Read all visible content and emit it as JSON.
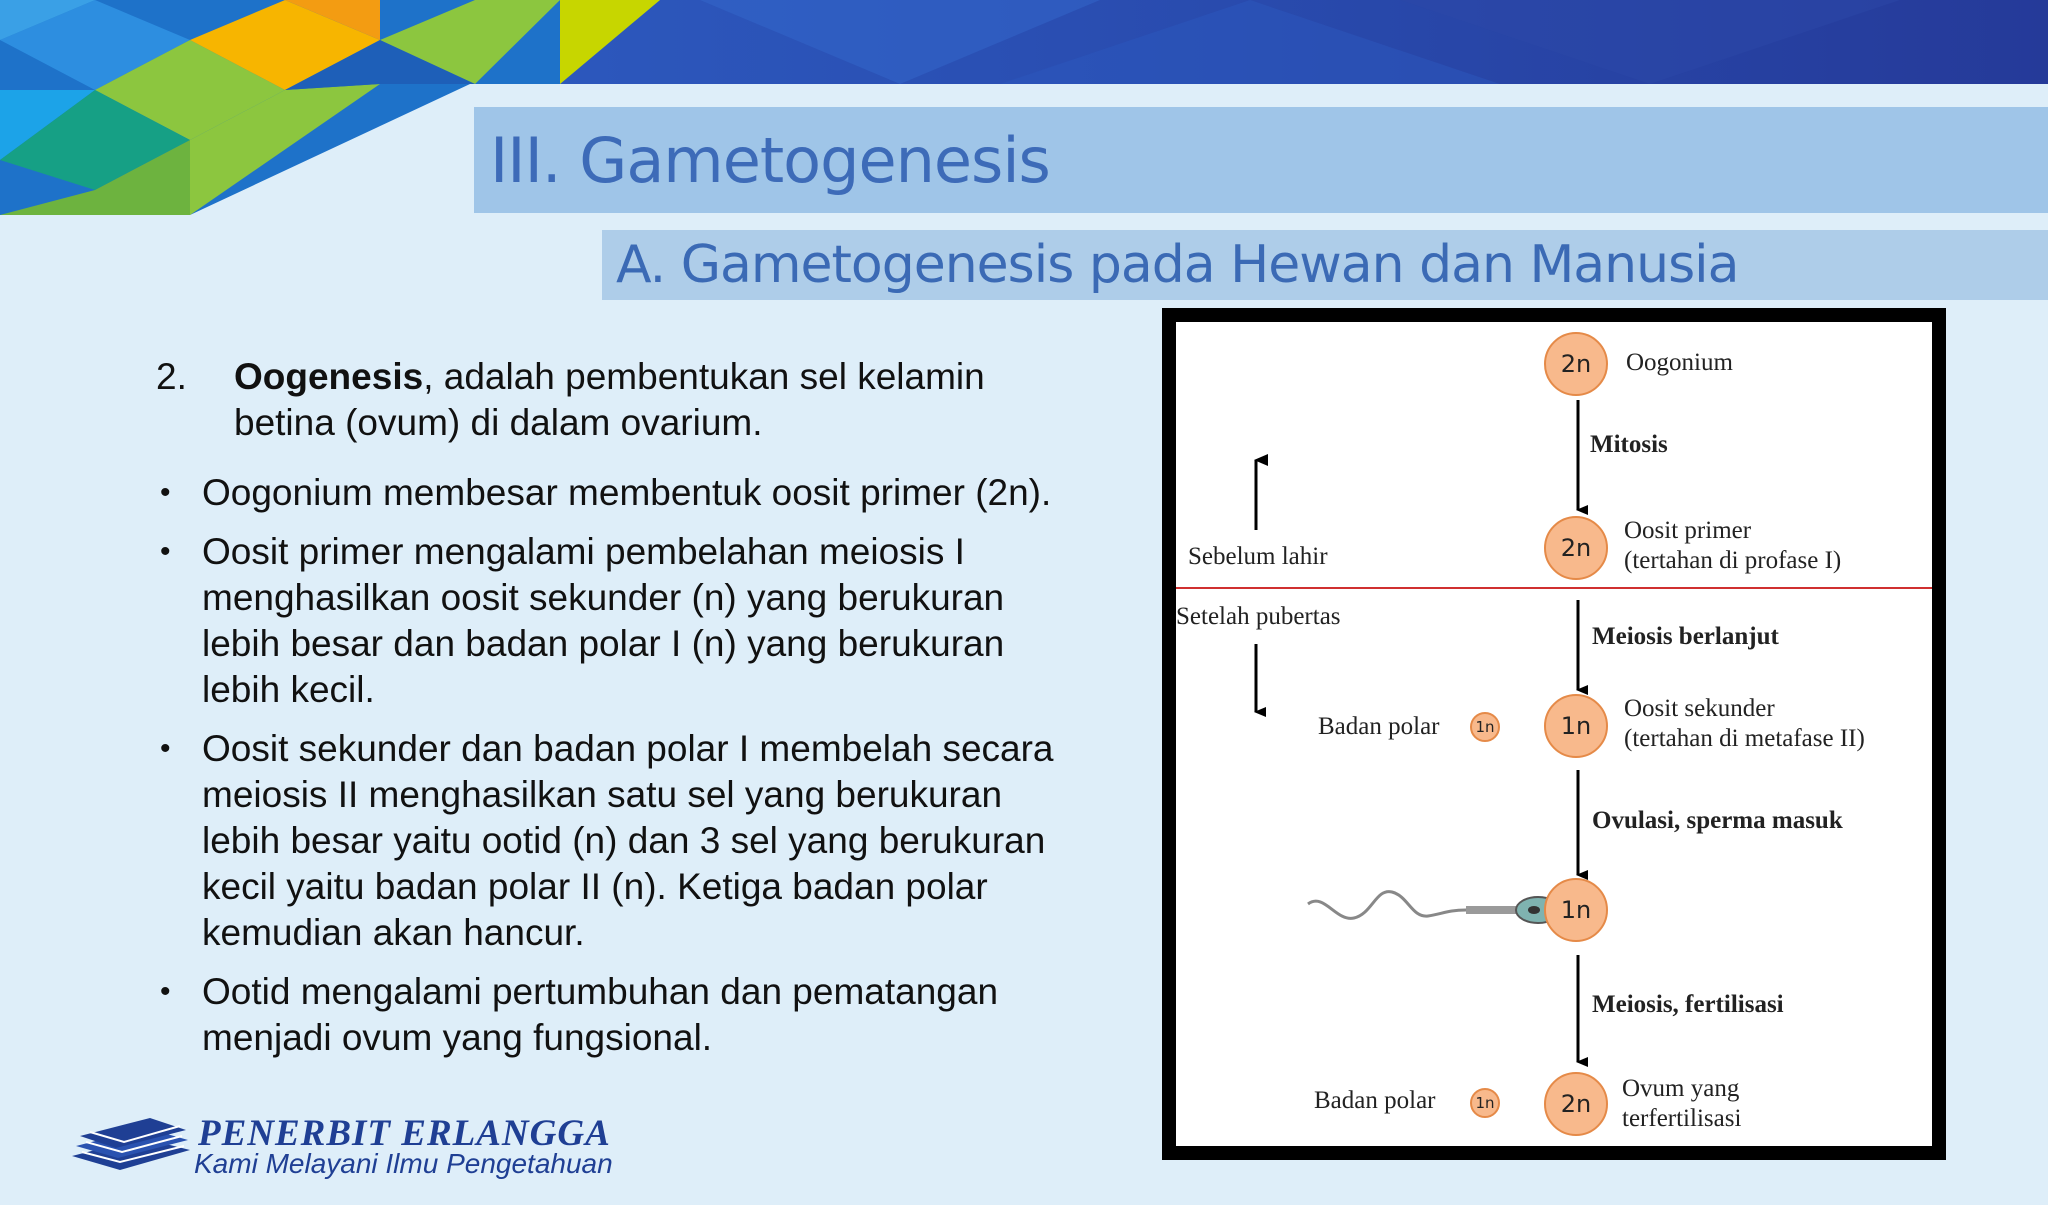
{
  "slide": {
    "title": "III. Gametogenesis",
    "subtitle": "A. Gametogenesis pada Hewan dan Manusia"
  },
  "content": {
    "item_number": "2.",
    "item_term": "Oogenesis",
    "item_text_line1": ", adalah pembentukan sel kelamin",
    "item_text_line2": "betina (ovum) di dalam ovarium.",
    "bullets": [
      {
        "lines": [
          "Oogonium membesar membentuk oosit primer (2n)."
        ]
      },
      {
        "lines": [
          "Oosit primer mengalami pembelahan meiosis I",
          "menghasilkan oosit sekunder (n) yang berukuran",
          "lebih besar dan badan polar I (n) yang berukuran",
          "lebih kecil."
        ]
      },
      {
        "lines": [
          "Oosit sekunder dan badan polar I membelah secara",
          "meiosis II menghasilkan  satu sel yang berukuran",
          "lebih besar yaitu ootid (n) dan 3 sel yang berukuran",
          "kecil yaitu badan polar II (n). Ketiga badan polar",
          "kemudian akan hancur."
        ]
      },
      {
        "lines": [
          "Ootid mengalami pertumbuhan dan pematangan",
          "menjadi ovum yang fungsional."
        ]
      }
    ]
  },
  "diagram": {
    "cells": {
      "c1": "2n",
      "c2": "2n",
      "c3": "1n",
      "c4": "1n",
      "c5": "2n",
      "p1": "1n",
      "p2": "1n"
    },
    "labels": {
      "oogonium": "Oogonium",
      "mitosis": "Mitosis",
      "oosit_primer": "Oosit primer",
      "oosit_primer_note": "(tertahan di profase I)",
      "sebelum_lahir": "Sebelum lahir",
      "setelah_pubertas": "Setelah pubertas",
      "meiosis_berlanjut": "Meiosis berlanjut",
      "badan_polar_1": "Badan polar",
      "oosit_sekunder": "Oosit sekunder",
      "oosit_sekunder_note": "(tertahan di metafase II)",
      "ovulasi": "Ovulasi, sperma masuk",
      "meiosis_fertilisasi": "Meiosis, fertilisasi",
      "badan_polar_2": "Badan polar",
      "ovum_line1": "Ovum yang",
      "ovum_line2": "terfertilisasi"
    },
    "colors": {
      "cell_fill": "#f8b98c",
      "cell_border": "#e58a48",
      "divider": "#d03030"
    }
  },
  "publisher": {
    "name": "PENERBIT ERLANGGA",
    "tagline": "Kami Melayani Ilmu Pengetahuan"
  }
}
